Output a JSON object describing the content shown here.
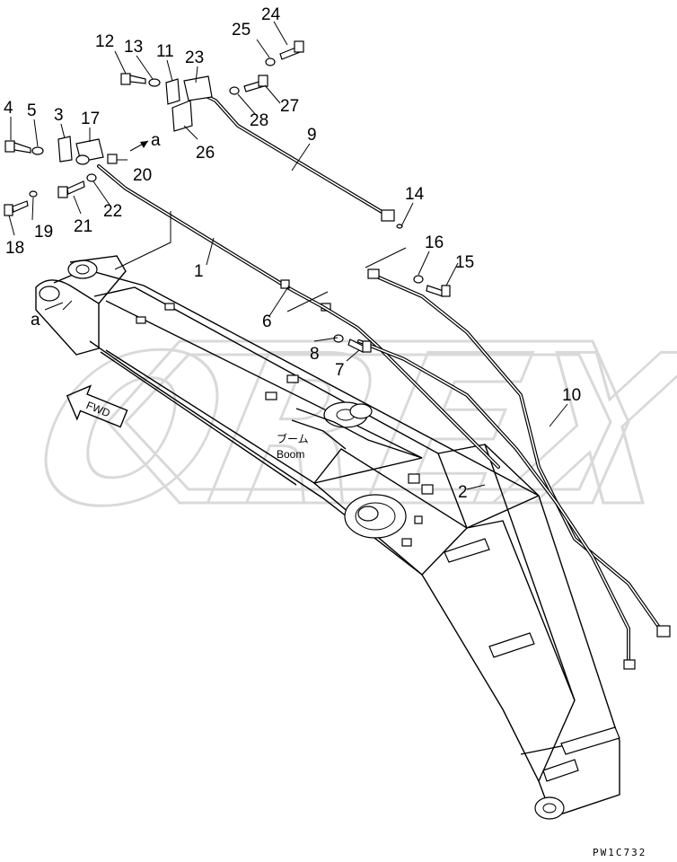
{
  "diagram": {
    "callouts": [
      {
        "id": "c1",
        "text": "1"
      },
      {
        "id": "c2",
        "text": "2"
      },
      {
        "id": "c3",
        "text": "3"
      },
      {
        "id": "c4",
        "text": "4"
      },
      {
        "id": "c5",
        "text": "5"
      },
      {
        "id": "c6",
        "text": "6"
      },
      {
        "id": "c7",
        "text": "7"
      },
      {
        "id": "c8",
        "text": "8"
      },
      {
        "id": "c9",
        "text": "9"
      },
      {
        "id": "c10",
        "text": "10"
      },
      {
        "id": "c11",
        "text": "11"
      },
      {
        "id": "c12",
        "text": "12"
      },
      {
        "id": "c13",
        "text": "13"
      },
      {
        "id": "c14",
        "text": "14"
      },
      {
        "id": "c15",
        "text": "15"
      },
      {
        "id": "c16",
        "text": "16"
      },
      {
        "id": "c17",
        "text": "17"
      },
      {
        "id": "c18",
        "text": "18"
      },
      {
        "id": "c19",
        "text": "19"
      },
      {
        "id": "c20",
        "text": "20"
      },
      {
        "id": "c21",
        "text": "21"
      },
      {
        "id": "c22",
        "text": "22"
      },
      {
        "id": "c23",
        "text": "23"
      },
      {
        "id": "c24",
        "text": "24"
      },
      {
        "id": "c25",
        "text": "25"
      },
      {
        "id": "c26",
        "text": "26"
      },
      {
        "id": "c27",
        "text": "27"
      },
      {
        "id": "c28",
        "text": "28"
      }
    ],
    "detail_marker": "a",
    "fwd_label": "FWD",
    "boom_label_jp": "ブーム",
    "boom_label_en": "Boom",
    "drawing_code": "PW1C732",
    "watermark": "OREX"
  },
  "colors": {
    "line": "#000000",
    "background": "#ffffff",
    "watermark": "#d9d9d9"
  }
}
